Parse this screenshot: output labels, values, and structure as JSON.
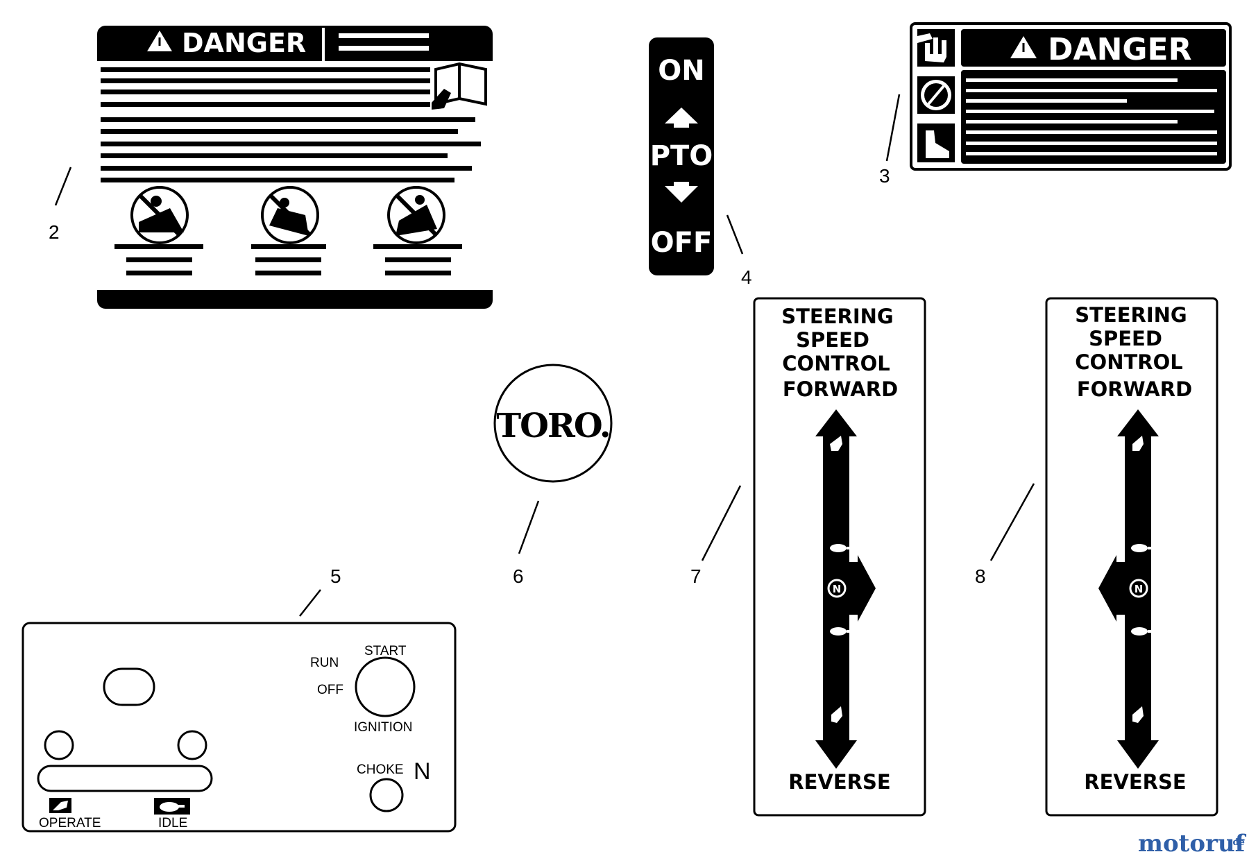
{
  "callouts": {
    "c2": "2",
    "c3": "3",
    "c4": "4",
    "c5": "5",
    "c6": "6",
    "c7": "7",
    "c8": "8"
  },
  "decal_2": {
    "header": "DANGER"
  },
  "decal_3": {
    "header": "DANGER"
  },
  "decal_4": {
    "on": "ON",
    "pto": "PTO",
    "off": "OFF"
  },
  "decal_5": {
    "start": "START",
    "run": "RUN",
    "off": "OFF",
    "ignition": "IGNITION",
    "choke": "CHOKE",
    "choke_n": "N",
    "operate": "OPERATE",
    "idle": "IDLE"
  },
  "decal_6": {
    "brand": "TORO."
  },
  "decal_7": {
    "line1": "STEERING",
    "line2": "SPEED",
    "line3": "CONTROL",
    "forward": "FORWARD",
    "reverse": "REVERSE"
  },
  "decal_8": {
    "line1": "STEERING",
    "line2": "SPEED",
    "line3": "CONTROL",
    "forward": "FORWARD",
    "reverse": "REVERSE"
  },
  "watermark": {
    "main": "motoruf",
    "suffix": ".de"
  },
  "icons": {
    "warning_triangle": "warning-triangle-icon",
    "manual": "operator-manual-icon",
    "no_slope": "no-slope-mower-icon",
    "hand": "hand-hazard-icon",
    "blade": "rotating-blade-icon",
    "foot": "foot-hazard-icon",
    "rabbit": "rabbit-fast-icon",
    "turtle": "turtle-slow-icon",
    "neutral": "neutral-icon"
  },
  "colors": {
    "ink": "#000000",
    "paper": "#ffffff",
    "wm_main": "#2f5fa8",
    "wm_accent": "#e0a020"
  }
}
